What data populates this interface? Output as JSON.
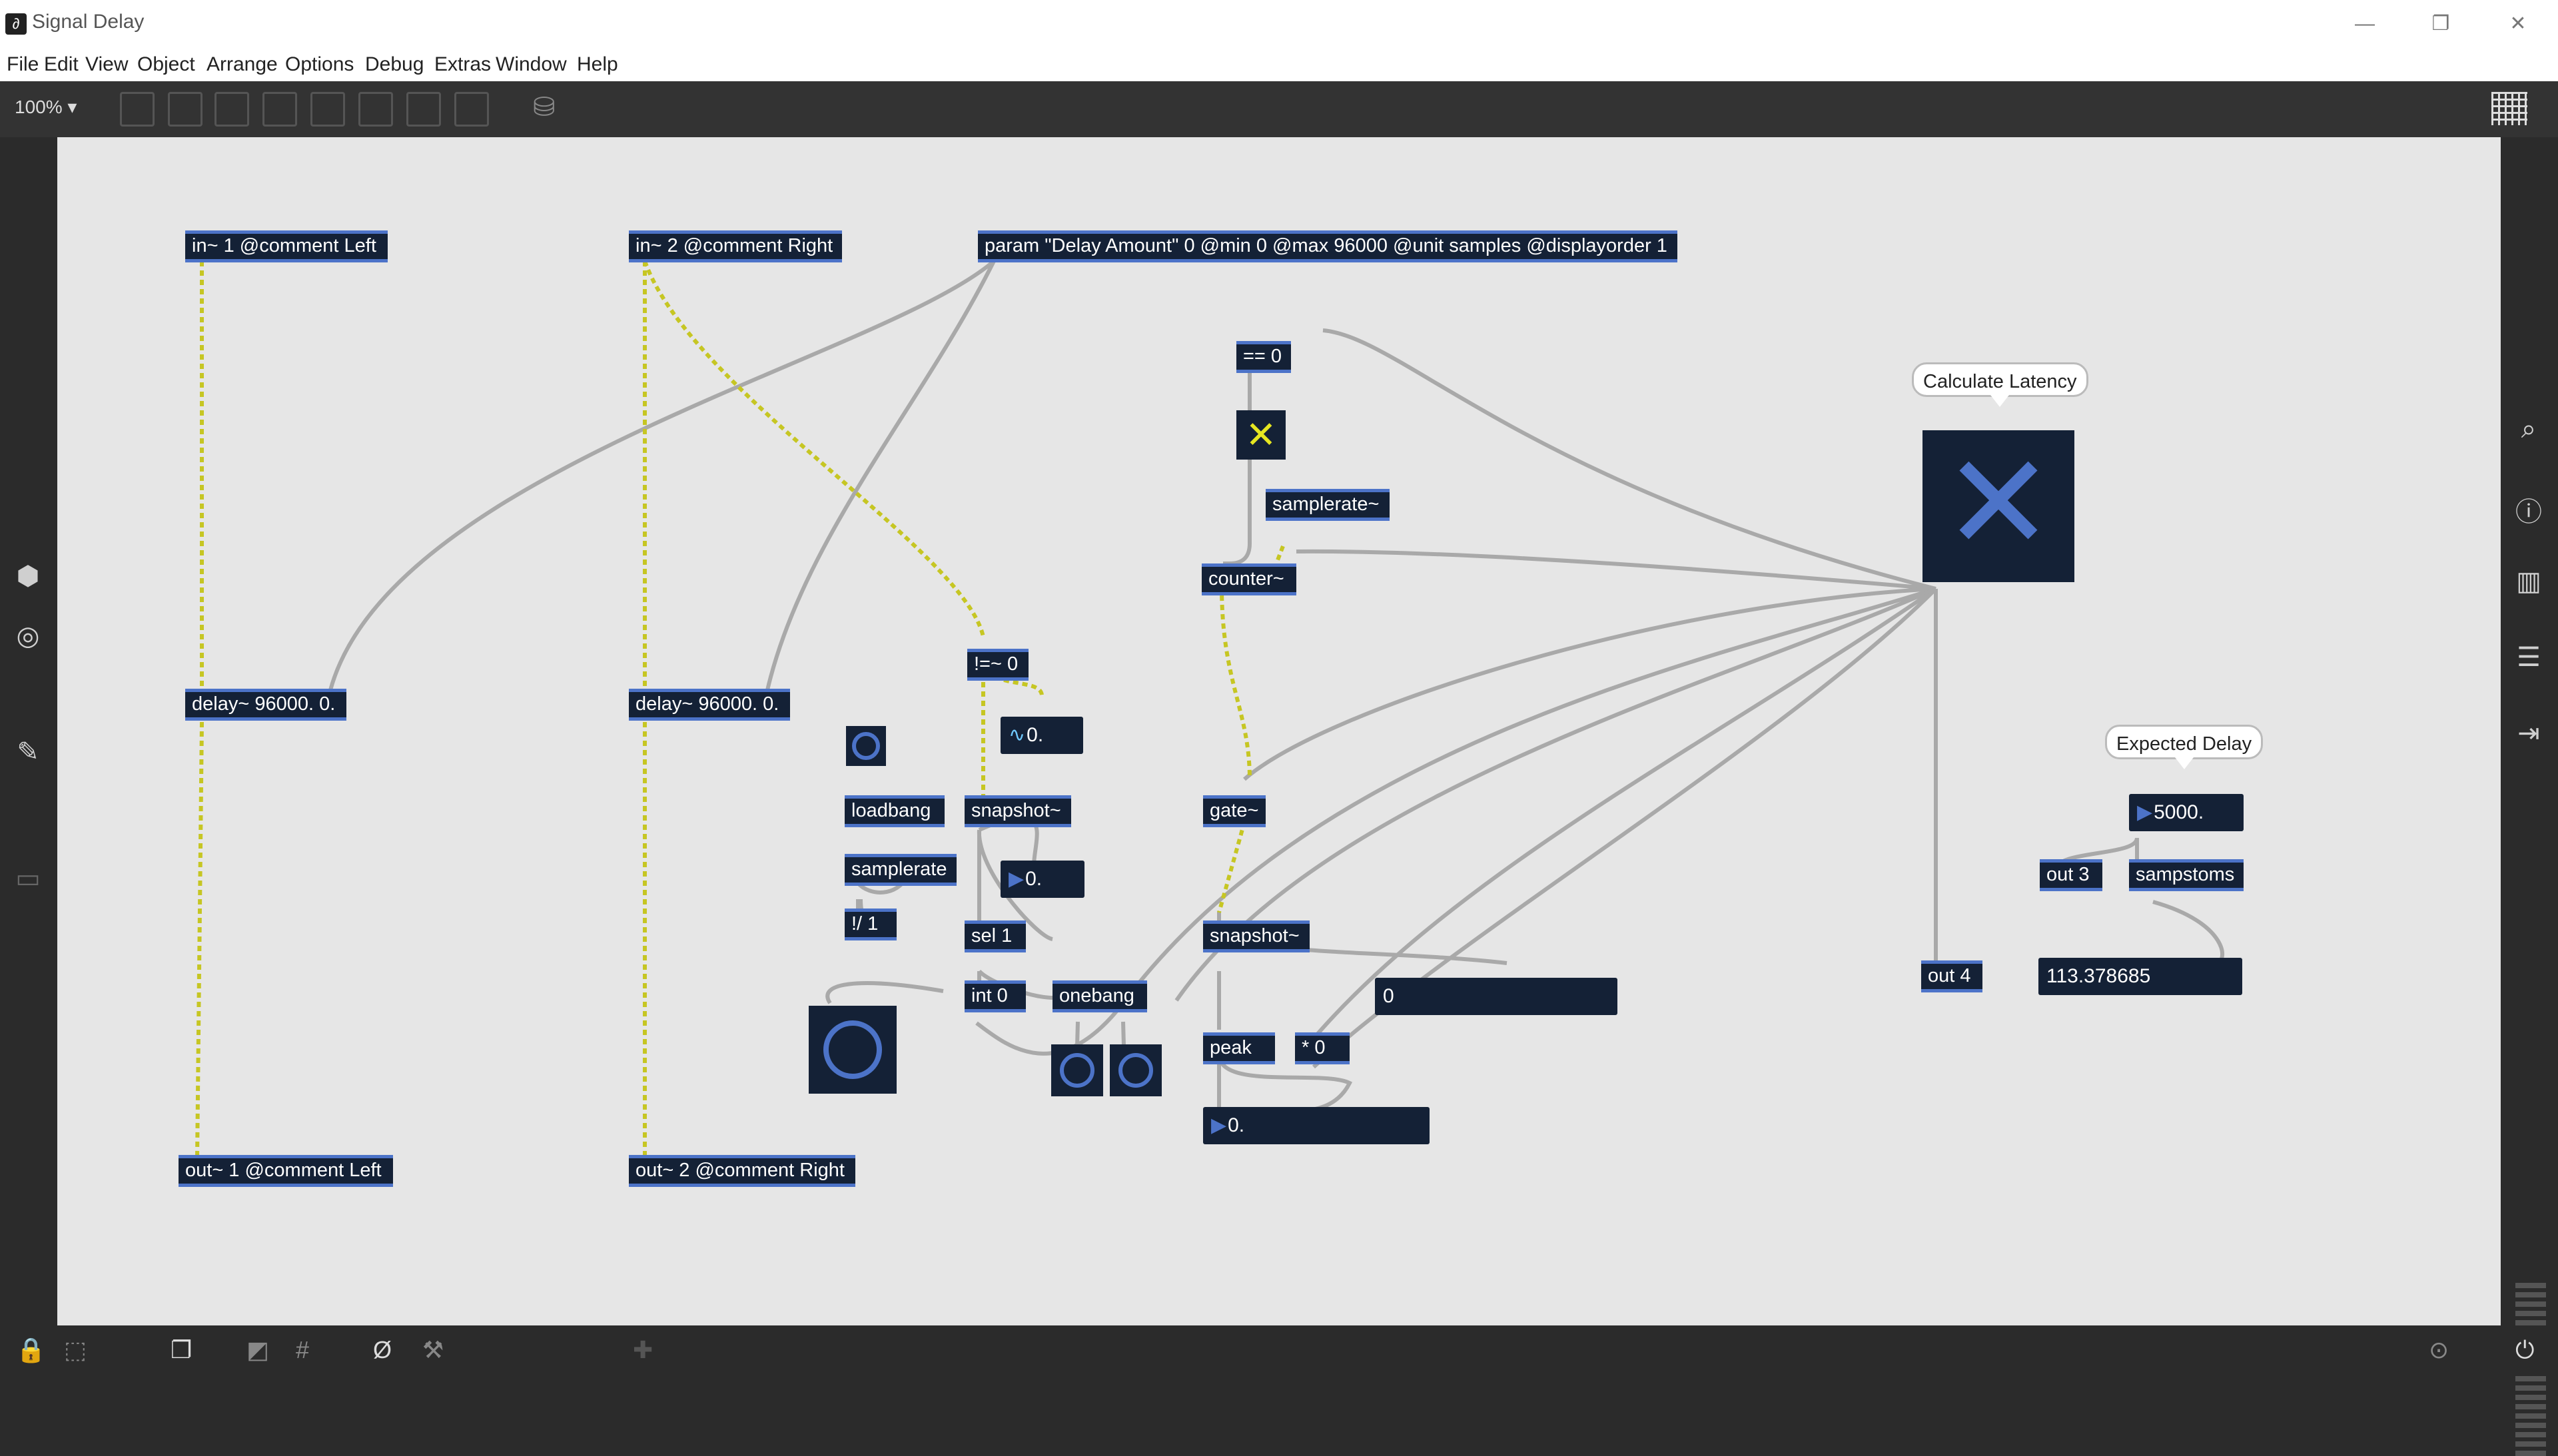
{
  "window": {
    "title": "Signal Delay",
    "app_icon": "max-icon"
  },
  "menu": [
    "File",
    "Edit",
    "View",
    "Object",
    "Arrange",
    "Options",
    "Debug",
    "Extras",
    "Window",
    "Help"
  ],
  "toolbar": {
    "zoom": "100% ▾"
  },
  "objects": {
    "in1": "in~ 1 @comment Left",
    "in2": "in~ 2 @comment Right",
    "param": "param \"Delay Amount\" 0 @min 0 @max 96000 @unit samples @displayorder 1",
    "eq0": "== 0",
    "samplerate_sig": "samplerate~",
    "counter": "counter~",
    "delay1": "delay~ 96000. 0.",
    "delay2": "delay~ 96000. 0.",
    "neq0": "!=~ 0",
    "loadbang": "loadbang",
    "samplerate": "samplerate",
    "div1": "!/ 1",
    "snapshot1": "snapshot~",
    "sel1": "sel 1",
    "int0": "int 0",
    "onebang": "onebang",
    "gate": "gate~",
    "snapshot2": "snapshot~",
    "peak": "peak",
    "mul0": "* 0",
    "out3": "out 3",
    "sampstoms": "sampstoms",
    "out4": "out 4",
    "out1": "out~ 1 @comment Left",
    "out2": "out~ 2 @comment Right"
  },
  "numbers": {
    "sig_num": "0.",
    "float1": "0.",
    "int_display": "0",
    "peak_num": "0.",
    "expected_num": "5000.",
    "ms_display": "113.378685"
  },
  "comments": {
    "calc_latency": "Calculate Latency",
    "expected_delay": "Expected Delay"
  },
  "colors": {
    "object_bg": "#142136",
    "accent": "#4c73c8",
    "patch_cord": "#a9a9a9",
    "signal_cord": "#c6c623",
    "canvas": "#e6e6e6"
  }
}
